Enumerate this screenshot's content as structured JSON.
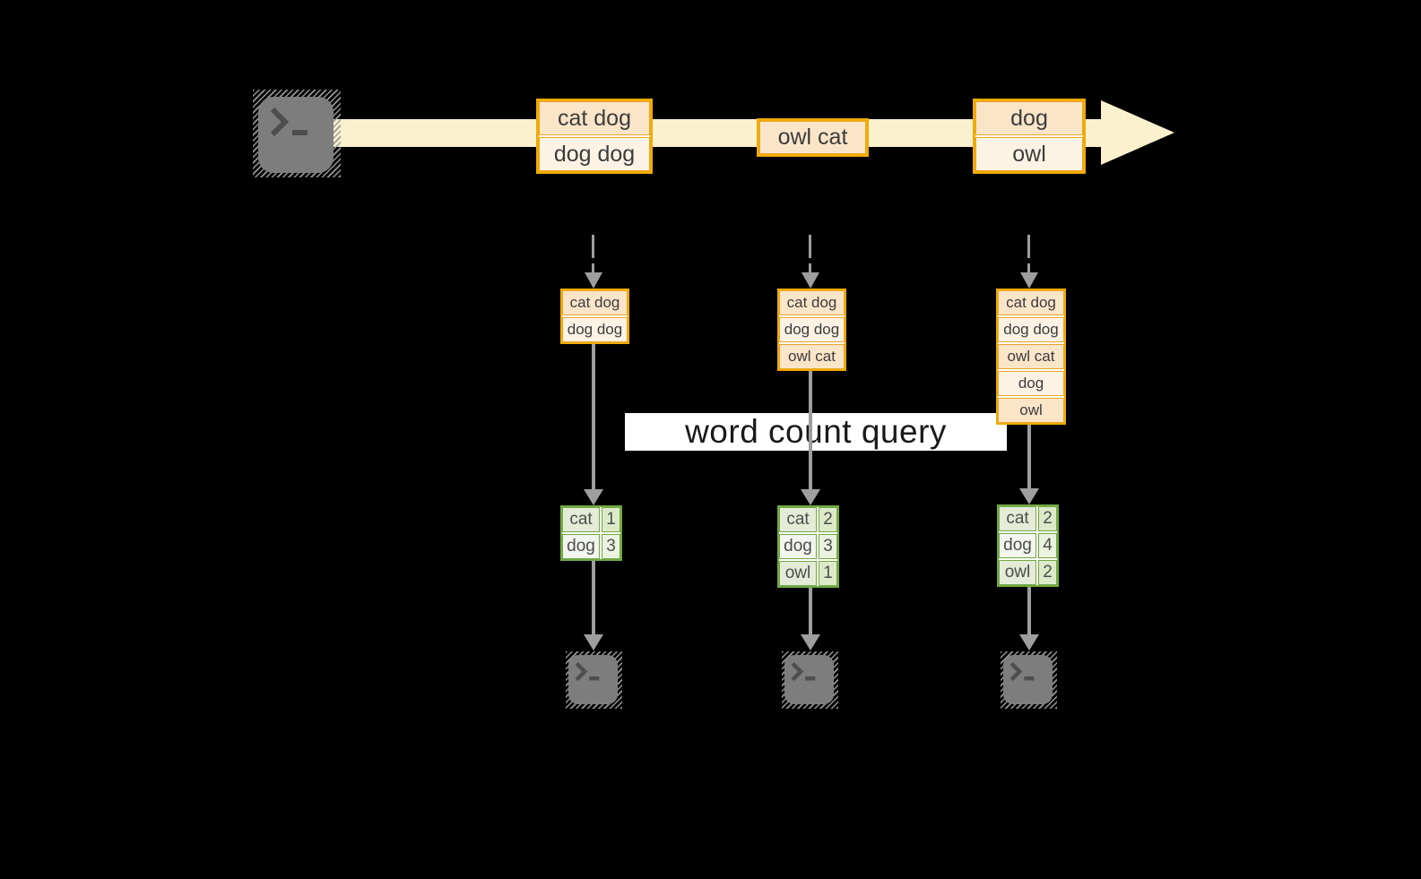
{
  "stream_events": [
    {
      "cells": [
        "cat dog",
        "dog dog"
      ]
    },
    {
      "cells": [
        "owl cat"
      ]
    },
    {
      "cells": [
        "dog",
        "owl"
      ]
    }
  ],
  "stacks": [
    {
      "cells": [
        "cat dog",
        "dog dog"
      ]
    },
    {
      "cells": [
        "cat dog",
        "dog dog",
        "owl cat"
      ]
    },
    {
      "cells": [
        "cat dog",
        "dog dog",
        "owl cat",
        "dog",
        "owl"
      ]
    }
  ],
  "query": {
    "label": "word count query"
  },
  "tables": [
    {
      "rows": [
        {
          "word": "cat",
          "count": "1"
        },
        {
          "word": "dog",
          "count": "3"
        }
      ]
    },
    {
      "rows": [
        {
          "word": "cat",
          "count": "2"
        },
        {
          "word": "dog",
          "count": "3"
        },
        {
          "word": "owl",
          "count": "1"
        }
      ]
    },
    {
      "rows": [
        {
          "word": "cat",
          "count": "2"
        },
        {
          "word": "dog",
          "count": "4"
        },
        {
          "word": "owl",
          "count": "2"
        }
      ]
    }
  ],
  "icons": {
    "source": "terminal-prompt-icon",
    "sinks": [
      "terminal-prompt-icon",
      "terminal-prompt-icon",
      "terminal-prompt-icon"
    ]
  },
  "colors": {
    "background": "#000000",
    "stream_band": "#fbf1cf",
    "box_border_gold": "#f0ab00",
    "cell_peach": "#fbe5c9",
    "cell_cream": "#fdf3e4",
    "table_border_green": "#72a943",
    "arrow_gray": "#9e9e9e",
    "icon_gray": "#7d7d7d",
    "query_band_bg": "#ffffff"
  }
}
